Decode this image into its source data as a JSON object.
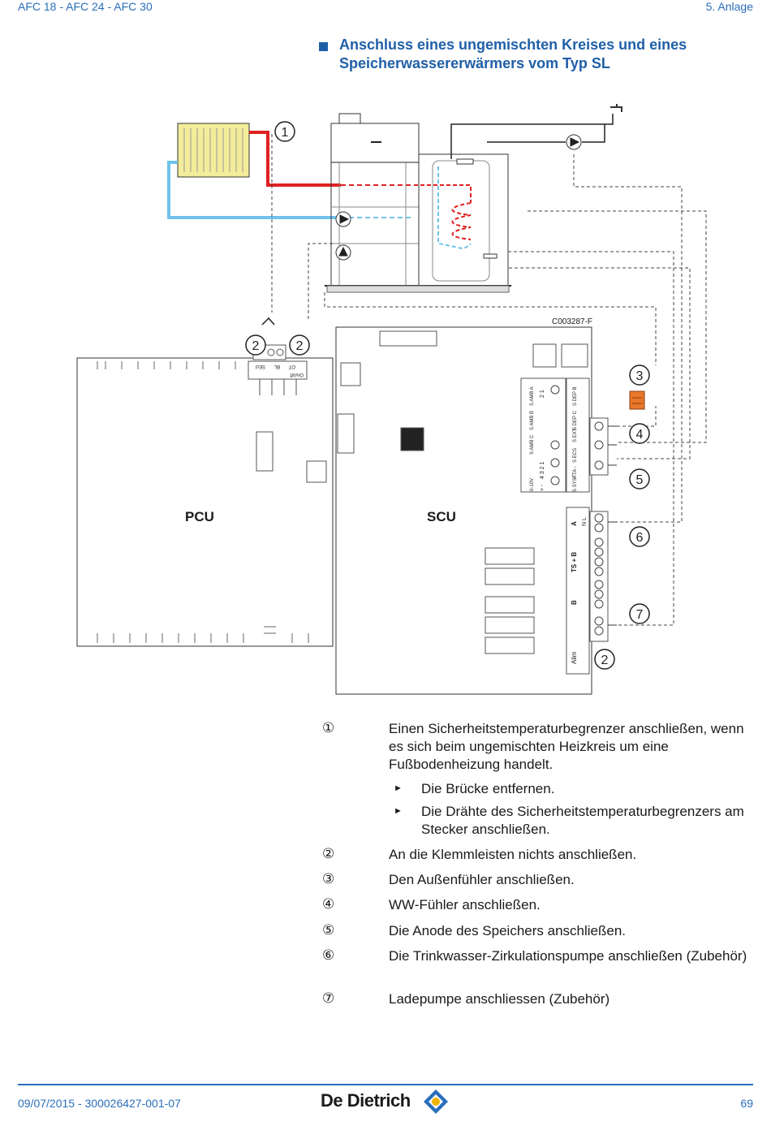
{
  "header": {
    "left": "AFC 18 - AFC 24 - AFC 30",
    "right": "5.  Anlage"
  },
  "section": {
    "title": "Anschluss eines ungemischten Kreises und eines Speicherwassererwärmers vom Typ SL"
  },
  "diagram": {
    "code": "C003287-F",
    "pcu_label": "PCU",
    "scu_label": "SCU",
    "callouts": [
      "1",
      "2",
      "2",
      "3",
      "4",
      "5",
      "6",
      "7",
      "2"
    ],
    "pcu_terminals": [
      "SEcl",
      "BL",
      "OT",
      "On/off"
    ],
    "scu_top_terminals": [
      "S AMB A",
      "S AMB B",
      "S AMB C",
      "S DEP B",
      "S DEP C",
      "S EXT",
      "S ECS",
      "+ TA -",
      "S SYST",
      "0-10V"
    ],
    "scu_power_terminals": [
      "A",
      "TS + B",
      "B",
      "Alim"
    ],
    "pin_labels": [
      "2 1",
      "4 3 2 1",
      "+ -",
      "N L"
    ]
  },
  "legend": [
    {
      "num": "①",
      "text": "Einen Sicherheitstemperaturbegrenzer anschließen, wenn es sich beim ungemischten Heizkreis um eine Fußbodenheizung handelt."
    },
    {
      "num": "②",
      "text": "An die Klemmleisten nichts anschließen."
    },
    {
      "num": "③",
      "text": "Den Außenfühler anschließen."
    },
    {
      "num": "④",
      "text": "WW-Fühler anschließen."
    },
    {
      "num": "⑤",
      "text": "Die Anode des Speichers anschließen."
    },
    {
      "num": "⑥",
      "text": "Die Trinkwasser-Zirkulationspumpe anschließen (Zubehör)"
    },
    {
      "num": "⑦",
      "text": "Ladepumpe anschliessen (Zubehör)"
    }
  ],
  "legend_subitems": [
    "Die Brücke entfernen.",
    "Die Drähte des Sicherheitstemperaturbegrenzers am Stecker anschließen."
  ],
  "footer": {
    "left": "09/07/2015 - 300026427-001-07",
    "brand": "De Dietrich",
    "page": "69"
  },
  "colors": {
    "accent": "#1f5fa8",
    "hot_pipe": "#e02020",
    "cold_pipe": "#6fc3ea",
    "radiator": "#f3ec9a",
    "sensor": "#e9782a"
  }
}
